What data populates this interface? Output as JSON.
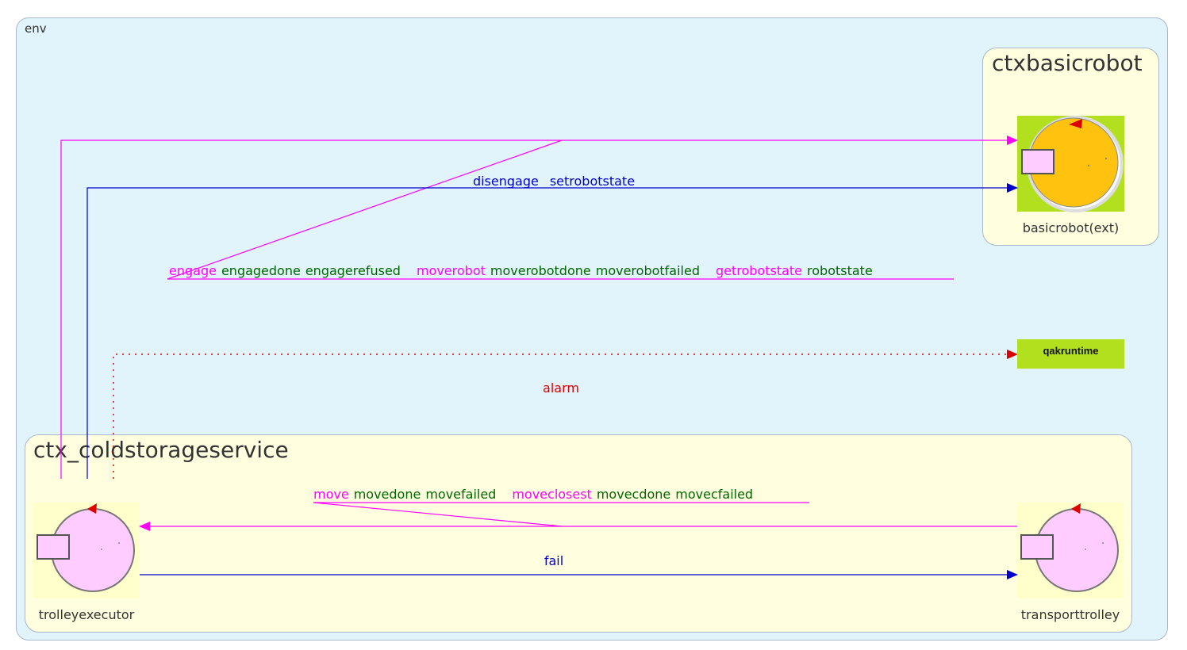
{
  "env": {
    "label": "env"
  },
  "contexts": {
    "basicrobot": {
      "title": "ctxbasicrobot",
      "node_label": "basicrobot(ext)"
    },
    "coldstorage": {
      "title": "ctx_coldstorageservice"
    }
  },
  "nodes": {
    "trolleyexecutor": {
      "label": "trolleyexecutor"
    },
    "transporttrolley": {
      "label": "transporttrolley"
    },
    "qakruntime": {
      "label": "qakruntime"
    }
  },
  "edges": {
    "dispatch_robot": {
      "parts": [
        "disengage",
        "setrobotstate"
      ],
      "color": "#0000cc"
    },
    "request_robot": {
      "groups": [
        {
          "request": "engage",
          "replies": [
            "engagedone",
            "engagerefused"
          ]
        },
        {
          "request": "moverobot",
          "replies": [
            "moverobotdone",
            "moverobotfailed"
          ]
        },
        {
          "request": "getrobotstate",
          "replies": [
            "robotstate"
          ]
        }
      ],
      "request_color": "#ff00ff",
      "reply_color": "#006600"
    },
    "event_alarm": {
      "label": "alarm",
      "color": "#dd0000"
    },
    "request_trolley": {
      "groups": [
        {
          "request": "move",
          "replies": [
            "movedone",
            "movefailed"
          ]
        },
        {
          "request": "moveclosest",
          "replies": [
            "movecdone",
            "movecfailed"
          ]
        }
      ]
    },
    "dispatch_fail": {
      "label": "fail",
      "color": "#0000cc"
    }
  },
  "colors": {
    "env_bg": "#e1f3fb",
    "ctx_bg": "#ffffe0",
    "actor": "#ffccff",
    "ext_actor": "#ffc20e",
    "ext_bg": "#b3e01e"
  }
}
